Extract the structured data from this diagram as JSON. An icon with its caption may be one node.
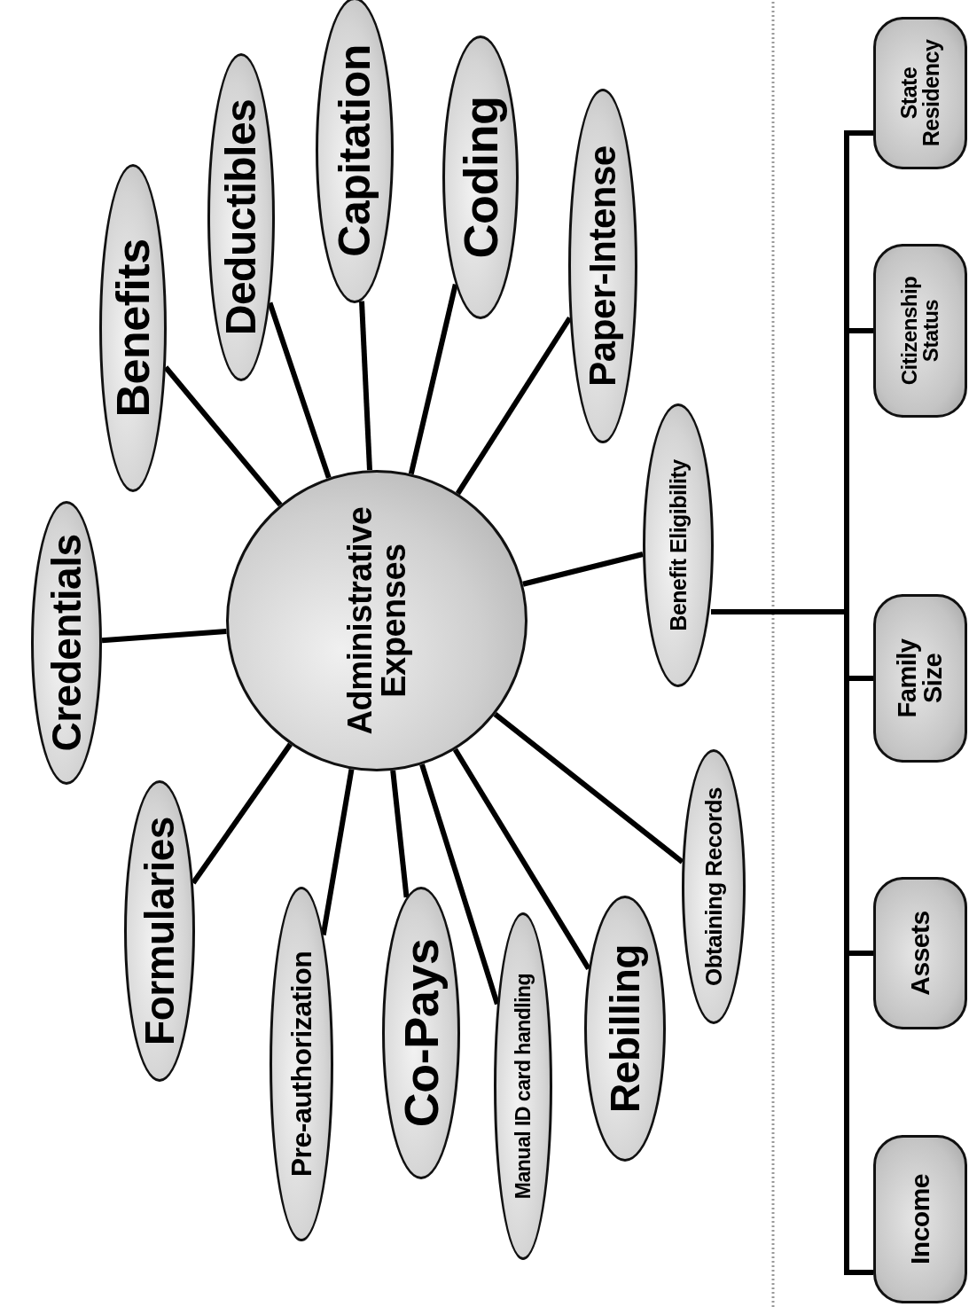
{
  "diagram": {
    "nodes": [
      {
        "text": [
          "Administrative Expenses"
        ]
      },
      {
        "text": [
          "Credentials"
        ]
      },
      {
        "text": [
          "Benefits"
        ]
      },
      {
        "text": [
          "Deductibles"
        ]
      },
      {
        "text": [
          "Capitation"
        ]
      },
      {
        "text": [
          "Coding"
        ]
      },
      {
        "text": [
          "Paper-Intense"
        ]
      },
      {
        "text": [
          "Benefit Eligibility"
        ]
      },
      {
        "text": [
          "Obtaining Records"
        ]
      },
      {
        "text": [
          "Rebilling"
        ]
      },
      {
        "text": [
          "Manual ID card handling"
        ]
      },
      {
        "text": [
          "Co-Pays"
        ]
      },
      {
        "text": [
          "Pre-authorization"
        ]
      },
      {
        "text": [
          "Formularies"
        ]
      },
      {
        "text": [
          "Income"
        ]
      },
      {
        "text": [
          "Assets"
        ]
      },
      {
        "text": [
          "Family Size"
        ]
      },
      {
        "text": [
          "Citizenship Status"
        ]
      },
      {
        "text": [
          "State Residency"
        ]
      }
    ],
    "edges": [
      {
        "from": 0,
        "to": 1,
        "arrow": "none"
      },
      {
        "from": 0,
        "to": 2,
        "arrow": "none"
      },
      {
        "from": 0,
        "to": 3,
        "arrow": "none"
      },
      {
        "from": 0,
        "to": 4,
        "arrow": "none"
      },
      {
        "from": 0,
        "to": 5,
        "arrow": "none"
      },
      {
        "from": 0,
        "to": 6,
        "arrow": "none"
      },
      {
        "from": 0,
        "to": 7,
        "arrow": "none"
      },
      {
        "from": 0,
        "to": 8,
        "arrow": "none"
      },
      {
        "from": 0,
        "to": 9,
        "arrow": "none"
      },
      {
        "from": 0,
        "to": 10,
        "arrow": "none"
      },
      {
        "from": 0,
        "to": 11,
        "arrow": "none"
      },
      {
        "from": 0,
        "to": 12,
        "arrow": "none"
      },
      {
        "from": 0,
        "to": 13,
        "arrow": "none"
      },
      {
        "from": 7,
        "to": 14,
        "arrow": "none"
      },
      {
        "from": 7,
        "to": 15,
        "arrow": "none"
      },
      {
        "from": 7,
        "to": 16,
        "arrow": "none"
      },
      {
        "from": 7,
        "to": 17,
        "arrow": "none"
      },
      {
        "from": 7,
        "to": 18,
        "arrow": "none"
      }
    ]
  }
}
